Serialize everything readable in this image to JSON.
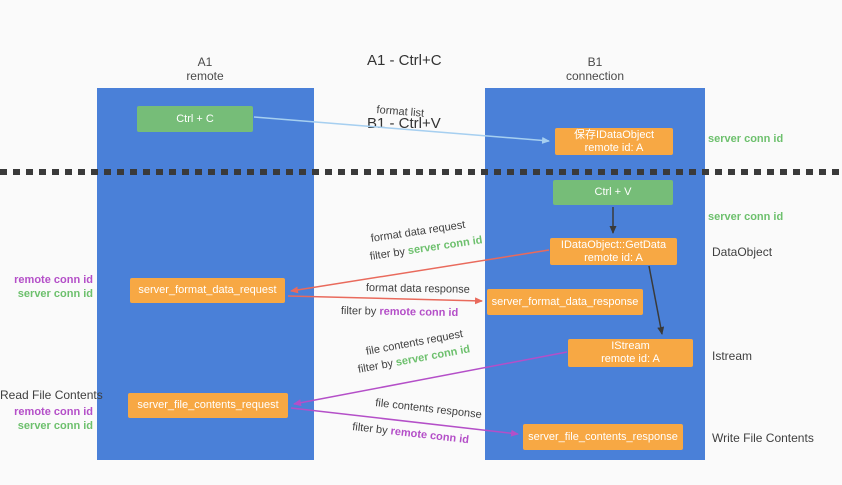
{
  "title": {
    "line1": "A1 - Ctrl+C",
    "line2": "B1 - Ctrl+V"
  },
  "columns": {
    "left": {
      "id": "A1",
      "role": "remote"
    },
    "right": {
      "id": "B1",
      "role": "connection"
    }
  },
  "nodes": {
    "ctrl_c": {
      "label": "Ctrl + C"
    },
    "save_idataobject": {
      "line1": "保存IDataObject",
      "line2": "remote id: A"
    },
    "ctrl_v": {
      "label": "Ctrl + V"
    },
    "getdata": {
      "line1": "IDataObject::GetData",
      "line2": "remote id: A"
    },
    "format_request": {
      "label": "server_format_data_request"
    },
    "format_response": {
      "label": "server_format_data_response"
    },
    "istream": {
      "line1": "IStream",
      "line2": "remote id: A"
    },
    "file_request": {
      "label": "server_file_contents_request"
    },
    "file_response": {
      "label": "server_file_contents_response"
    }
  },
  "arrows": {
    "format_list": {
      "label": "format list"
    },
    "format_data_request": {
      "label": "format data request",
      "filter_prefix": "filter by ",
      "filter_key": "server conn id"
    },
    "format_data_response": {
      "label": "format data response",
      "filter_prefix": "filter by ",
      "filter_key": "remote conn id"
    },
    "file_contents_request": {
      "label": "file contents request",
      "filter_prefix": "filter by ",
      "filter_key": "server conn id"
    },
    "file_contents_response": {
      "label": "file contents response",
      "filter_prefix": "filter by ",
      "filter_key": "remote conn id"
    }
  },
  "annotations": {
    "right": {
      "server_conn_id_top": "server conn id",
      "server_conn_id_mid": "server conn id",
      "dataobject": "DataObject",
      "istream": "Istream",
      "write_file_contents": "Write File Contents"
    },
    "left": {
      "remote_conn_id_top": "remote conn id",
      "server_conn_id_top": "server conn id",
      "read_file_contents": "Read File Contents",
      "remote_conn_id_bottom": "remote conn id",
      "server_conn_id_bottom": "server conn id"
    }
  },
  "colors": {
    "column_blue": "#4a80d8",
    "node_orange": "#f7a844",
    "node_green": "#76bd78",
    "text_green": "#6dc06d",
    "text_purple": "#b44fc8",
    "arrow_red": "#e96a5c",
    "arrow_blue": "#a6cff0",
    "arrow_black": "#3a3a3a",
    "background": "#fafafa"
  }
}
